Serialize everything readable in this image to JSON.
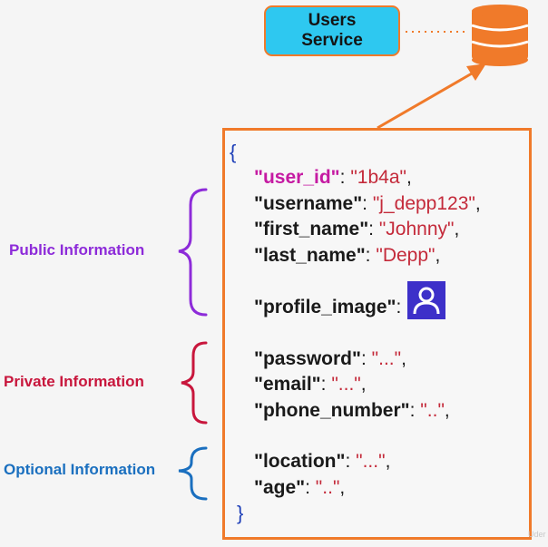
{
  "service": {
    "line1": "Users",
    "line2": "Service"
  },
  "json": {
    "open": "{",
    "close": "}",
    "fields": {
      "user_id": {
        "key": "user_id",
        "value": "1b4a"
      },
      "username": {
        "key": "username",
        "value": "j_depp123"
      },
      "first_name": {
        "key": "first_name",
        "value": "Johnny"
      },
      "last_name": {
        "key": "last_name",
        "value": "Depp"
      },
      "profile_image": {
        "key": "profile_image"
      },
      "password": {
        "key": "password",
        "value": "..."
      },
      "email": {
        "key": "email",
        "value": "..."
      },
      "phone_number": {
        "key": "phone_number",
        "value": ".."
      },
      "location": {
        "key": "location",
        "value": "..."
      },
      "age": {
        "key": "age",
        "value": ".."
      }
    }
  },
  "groups": {
    "public": "Public Information",
    "private": "Private Information",
    "optional": "Optional Information"
  },
  "colors": {
    "accent_orange": "#f07a2a",
    "service_fill": "#2ec8f0",
    "database": "#f07a2a",
    "public": "#8d2bd9",
    "private": "#c8163c",
    "optional": "#1a6fbf",
    "key_highlight": "#c51aa2",
    "string_value": "#c42a3a",
    "profile_icon_bg": "#3d30c9"
  },
  "icons": {
    "database": "database-icon",
    "profile": "user-profile-icon"
  },
  "watermark": "Uder"
}
